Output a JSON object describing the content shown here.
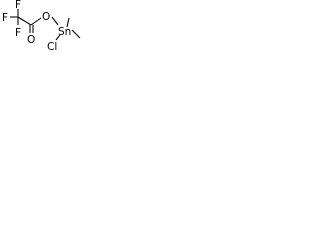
{
  "molecule": {
    "atoms": {
      "f_top": "F",
      "f_left": "F",
      "f_bottom": "F",
      "o_carbonyl": "O",
      "o_ester": "O",
      "tin": "Sn",
      "chlorine": "Cl"
    },
    "colors": {
      "bond": "#000000",
      "label": "#000000",
      "background": "#ffffff"
    }
  }
}
